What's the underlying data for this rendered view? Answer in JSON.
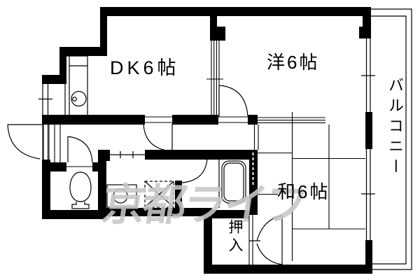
{
  "plan": {
    "rooms": [
      {
        "id": "dk",
        "label": "DK6帖"
      },
      {
        "id": "western",
        "label": "洋6帖"
      },
      {
        "id": "japanese",
        "label": "和6帖"
      },
      {
        "id": "closet",
        "label": "押入"
      },
      {
        "id": "balcony",
        "label": "バルコニー"
      }
    ],
    "watermark": "京都ライフ",
    "colors": {
      "wall": "#000000",
      "line": "#000000",
      "background": "#ffffff",
      "watermark": "#c6c6c6"
    }
  }
}
